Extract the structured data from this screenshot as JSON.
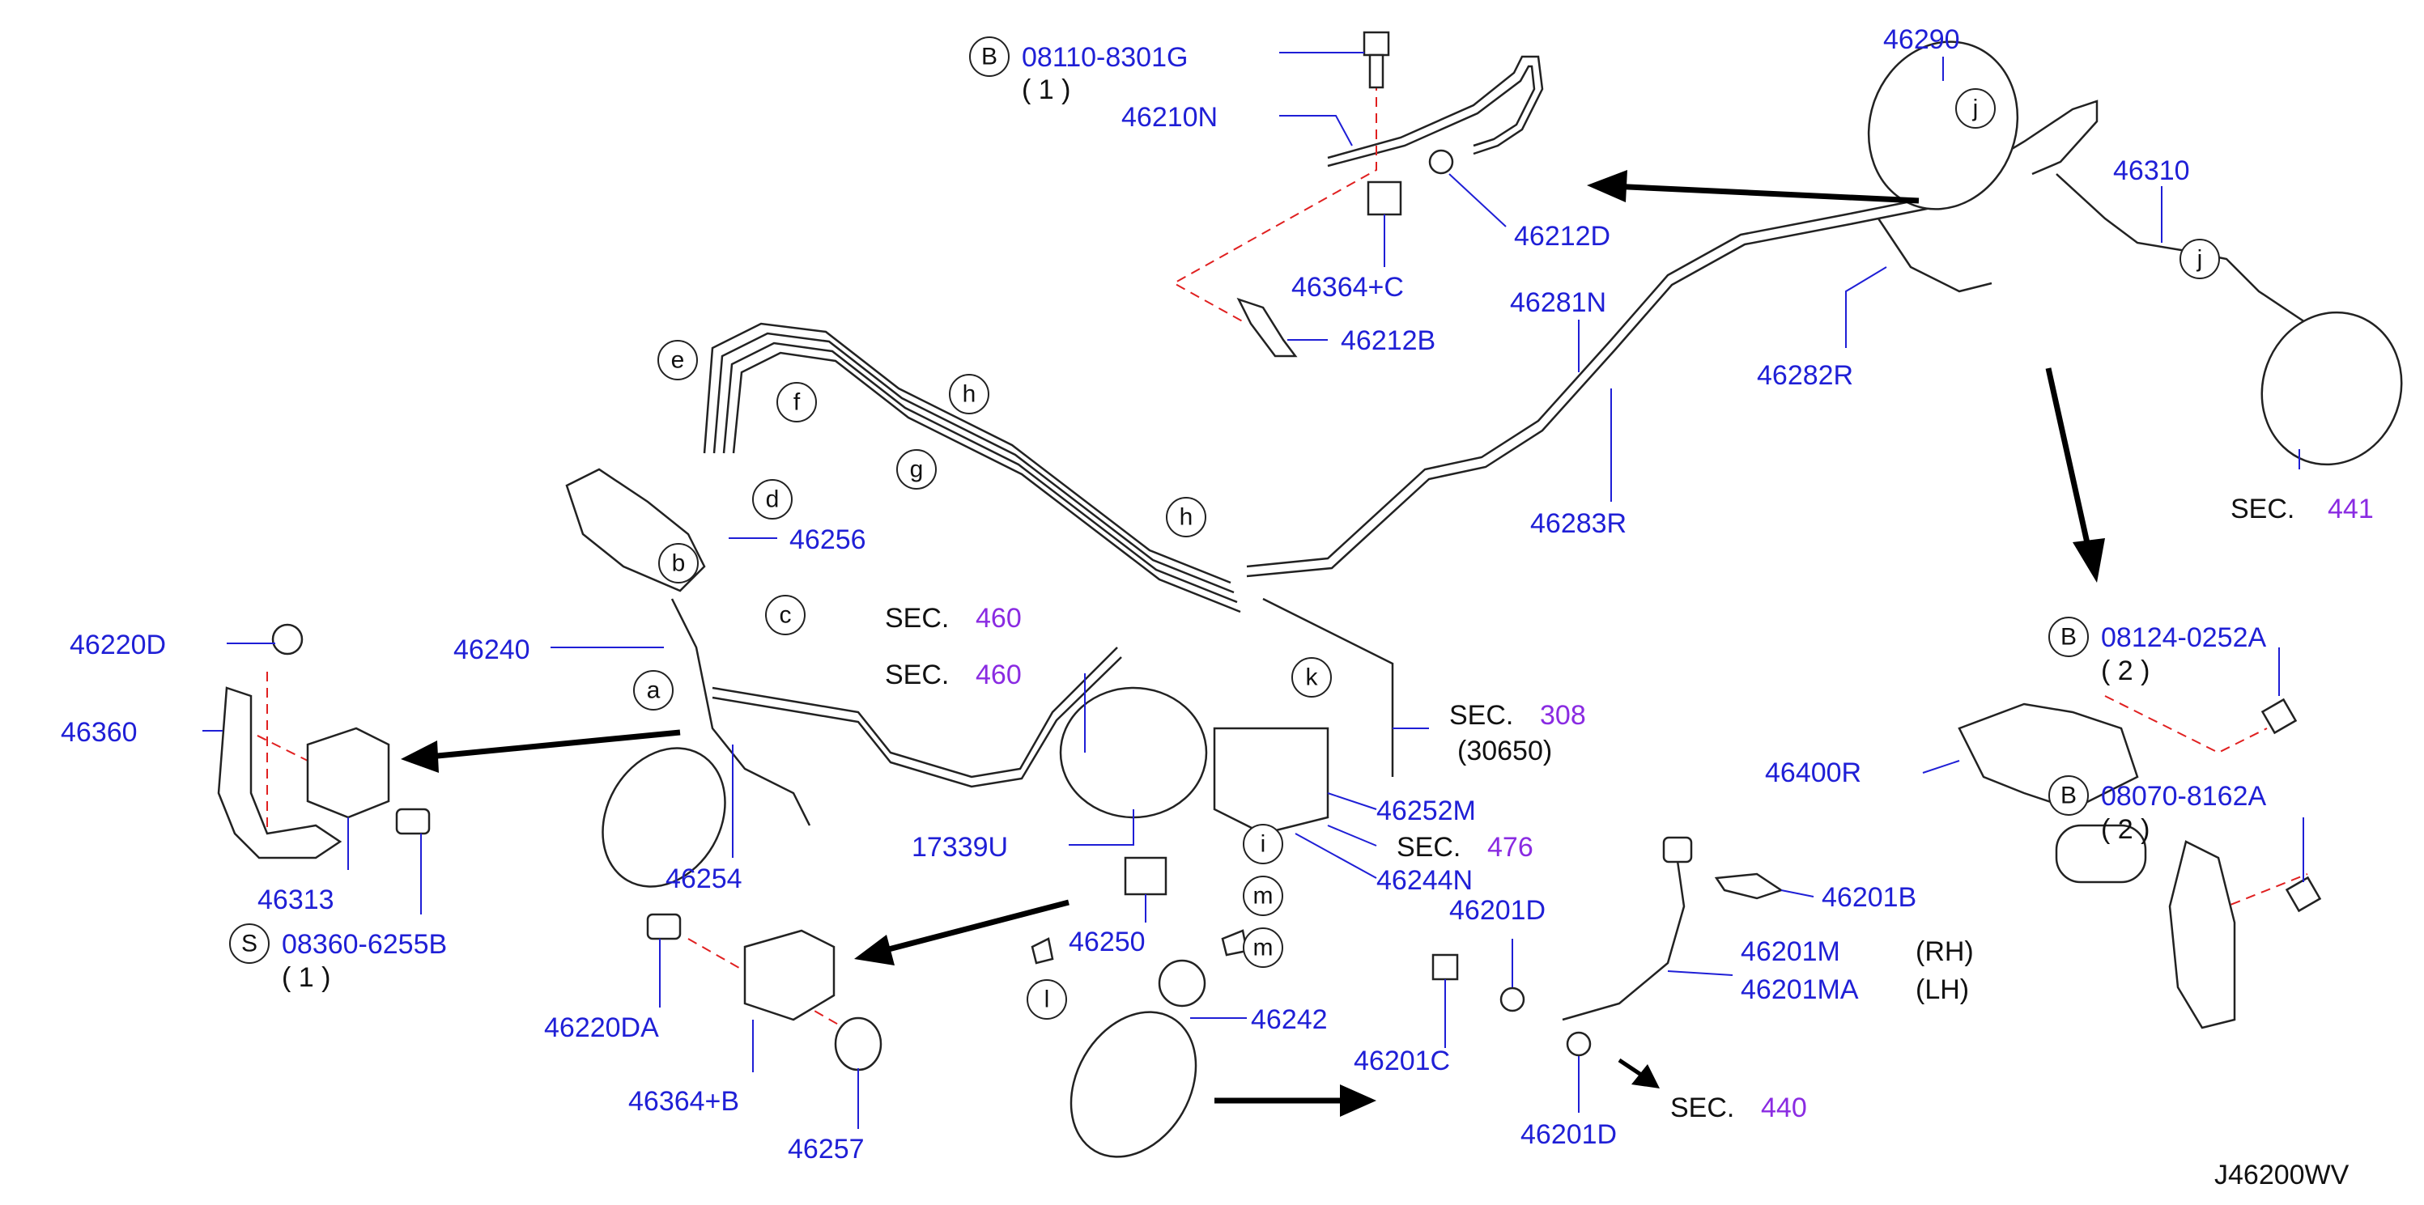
{
  "diagram": {
    "code": "J46200WV",
    "parts": [
      {
        "id": "p46290",
        "label": "46290"
      },
      {
        "id": "p46310",
        "label": "46310"
      },
      {
        "id": "p46210N",
        "label": "46210N"
      },
      {
        "id": "p46212D",
        "label": "46212D"
      },
      {
        "id": "p46364C",
        "label": "46364+C"
      },
      {
        "id": "p46212B",
        "label": "46212B"
      },
      {
        "id": "p46281N",
        "label": "46281N"
      },
      {
        "id": "p46282R",
        "label": "46282R"
      },
      {
        "id": "p46283R",
        "label": "46283R"
      },
      {
        "id": "p46256",
        "label": "46256"
      },
      {
        "id": "p46220D",
        "label": "46220D"
      },
      {
        "id": "p46240",
        "label": "46240"
      },
      {
        "id": "p46360",
        "label": "46360"
      },
      {
        "id": "p46313",
        "label": "46313"
      },
      {
        "id": "p46254",
        "label": "46254"
      },
      {
        "id": "p17339U",
        "label": "17339U"
      },
      {
        "id": "p46252M",
        "label": "46252M"
      },
      {
        "id": "p46244N",
        "label": "46244N"
      },
      {
        "id": "p46250",
        "label": "46250"
      },
      {
        "id": "p46242",
        "label": "46242"
      },
      {
        "id": "p46220DA",
        "label": "46220DA"
      },
      {
        "id": "p46364B",
        "label": "46364+B"
      },
      {
        "id": "p46257",
        "label": "46257"
      },
      {
        "id": "p46201D_top",
        "label": "46201D"
      },
      {
        "id": "p46201D_bot",
        "label": "46201D"
      },
      {
        "id": "p46201C",
        "label": "46201C"
      },
      {
        "id": "p46201B",
        "label": "46201B"
      },
      {
        "id": "p46201M",
        "label": "46201M"
      },
      {
        "id": "p46201MA",
        "label": "46201MA"
      },
      {
        "id": "p46400R",
        "label": "46400R"
      }
    ],
    "variants": {
      "rh": "(RH)",
      "lh": "(LH)"
    },
    "fasteners": [
      {
        "id": "b1",
        "prefix": "B",
        "number": "08110-8301G",
        "qty": "( 1 )"
      },
      {
        "id": "b2",
        "prefix": "B",
        "number": "08124-0252A",
        "qty": "( 2 )"
      },
      {
        "id": "b3",
        "prefix": "B",
        "number": "08070-8162A",
        "qty": "( 2 )"
      },
      {
        "id": "s1",
        "prefix": "S",
        "number": "08360-6255B",
        "qty": "( 1 )"
      }
    ],
    "sections": [
      {
        "id": "sec441",
        "prefix": "SEC.",
        "number": "441"
      },
      {
        "id": "sec460a",
        "prefix": "SEC.",
        "number": "460"
      },
      {
        "id": "sec460b",
        "prefix": "SEC.",
        "number": "460"
      },
      {
        "id": "sec308",
        "prefix": "SEC.",
        "number": "308",
        "sub": "(30650)"
      },
      {
        "id": "sec476",
        "prefix": "SEC.",
        "number": "476"
      },
      {
        "id": "sec440",
        "prefix": "SEC.",
        "number": "440"
      }
    ],
    "callouts": {
      "a": "a",
      "b": "b",
      "c": "c",
      "d": "d",
      "e": "e",
      "f": "f",
      "g": "g",
      "h": "h",
      "i": "i",
      "j": "j",
      "k": "k",
      "l": "l",
      "m": "m"
    }
  }
}
